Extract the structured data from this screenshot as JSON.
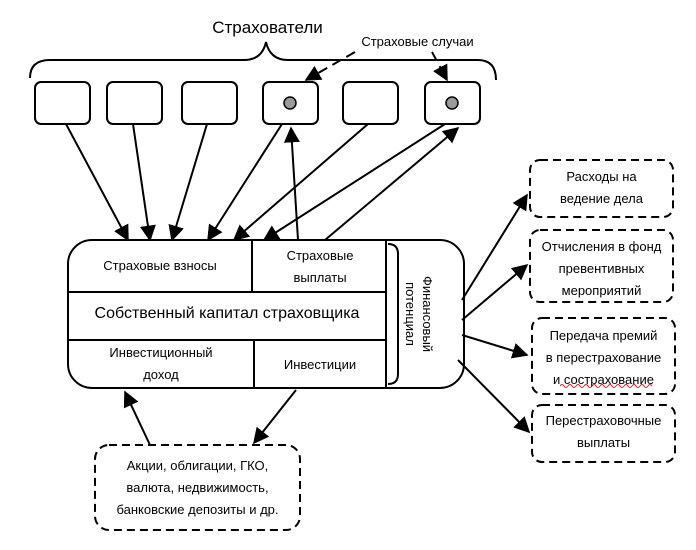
{
  "top": {
    "title": "Страхователи",
    "cases_label": "Страховые случаи"
  },
  "core": {
    "premiums": "Страховые взносы",
    "payouts_line1": "Страховые",
    "payouts_line2": "выплаты",
    "equity": "Собственный капитал страховщика",
    "invest_income_line1": "Инвестиционный",
    "invest_income_line2": "доход",
    "investments": "Инвестиции",
    "potential_line1": "Финансовый",
    "potential_line2": "потенциал"
  },
  "assets": {
    "line1": "Акции, облигации, ГКО,",
    "line2": "валюта, недвижимость,",
    "line3": "банковские депозиты и др."
  },
  "outflows": [
    {
      "line1": "Расходы на",
      "line2": "ведение дела",
      "line3": ""
    },
    {
      "line1": "Отчисления в фонд",
      "line2": "превентивных",
      "line3": "мероприятий"
    },
    {
      "line1": "Передача премий",
      "line2": "в перестрахование",
      "line3": "и сострахование"
    },
    {
      "line1": "Перестраховочные",
      "line2": "выплаты",
      "line3": ""
    }
  ]
}
